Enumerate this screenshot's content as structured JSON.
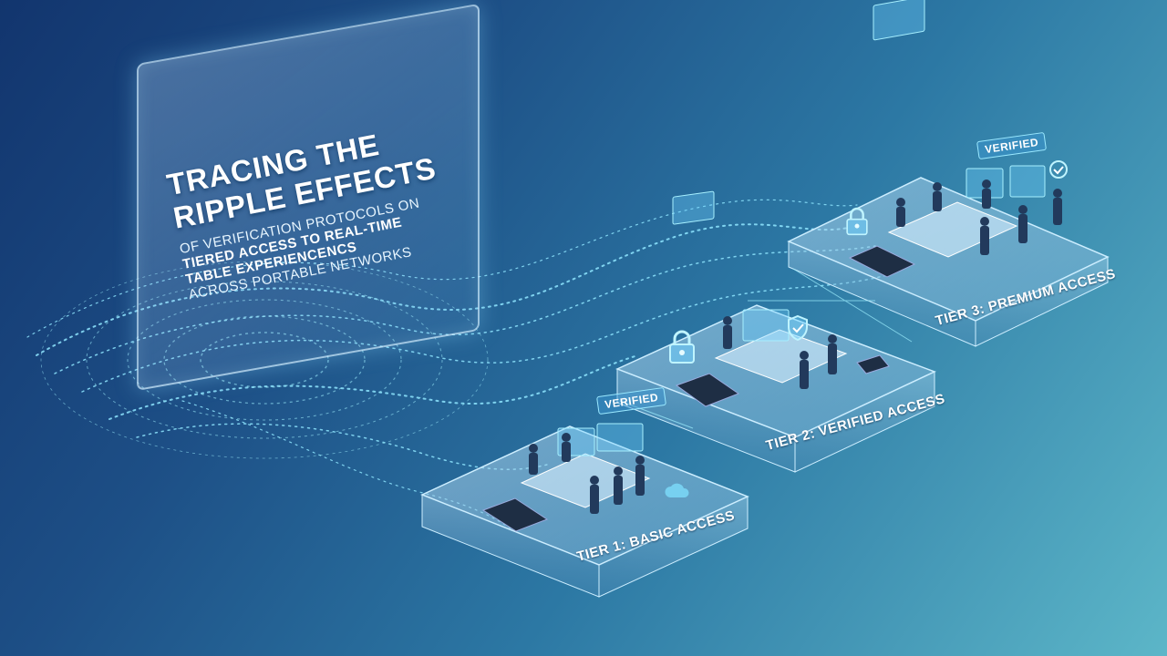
{
  "title": "TRACING THE RIPPLE EFFECTS",
  "subtitle": {
    "line1": "OF VERIFICATION PROTOCOLS ON",
    "line2": "TIERED ACCESS TO REAL-TIME",
    "line3": "TABLE EXPERIENCENCS",
    "line4": "ACROSS PORTABLE NETWORKS"
  },
  "tiers": [
    {
      "label": "TIER 1: BASIC ACCESS"
    },
    {
      "label": "TIER 2: VERIFIED ACCESS"
    },
    {
      "label": "TIER 3: PREMIUM ACCESS"
    }
  ],
  "badges": [
    "VERIFIED",
    "VERIFIED"
  ],
  "icons": [
    "padlock-icon",
    "shield-check-icon",
    "cloud-icon",
    "tablet-icon"
  ],
  "colors": {
    "background_start": "#12356e",
    "background_end": "#5cb6c8",
    "accent": "#8fe6ff"
  }
}
